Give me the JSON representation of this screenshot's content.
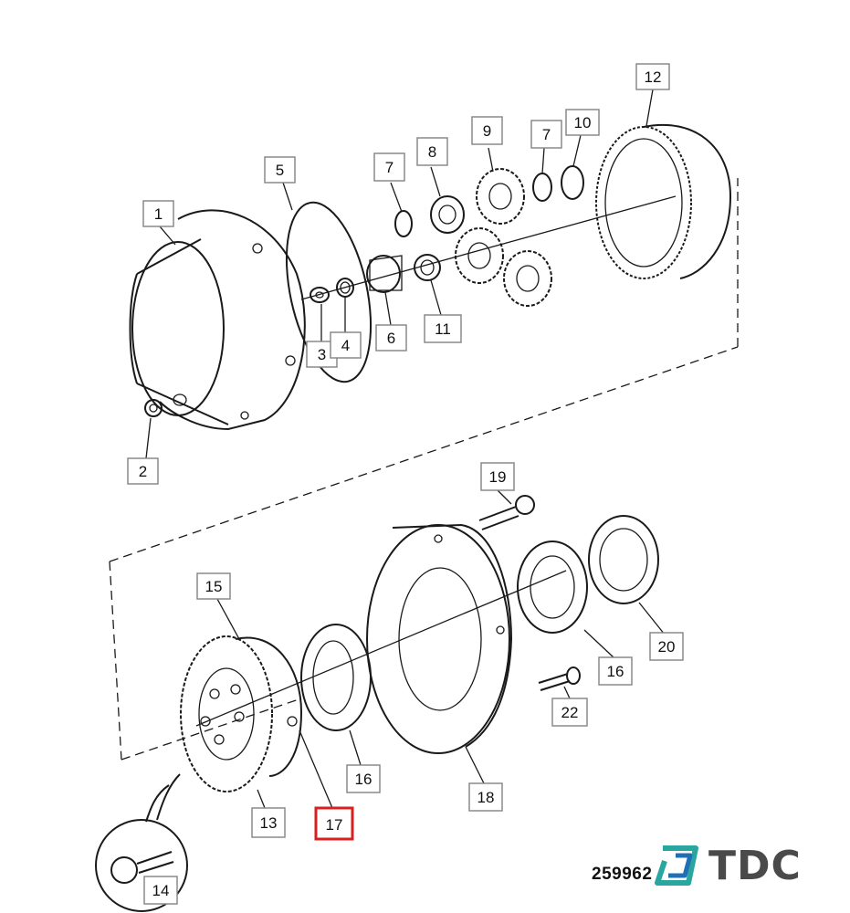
{
  "diagram": {
    "callouts": [
      {
        "id": "1",
        "label": "1"
      },
      {
        "id": "2",
        "label": "2"
      },
      {
        "id": "3",
        "label": "3"
      },
      {
        "id": "4",
        "label": "4"
      },
      {
        "id": "5",
        "label": "5"
      },
      {
        "id": "6",
        "label": "6"
      },
      {
        "id": "7a",
        "label": "7"
      },
      {
        "id": "7b",
        "label": "7"
      },
      {
        "id": "8",
        "label": "8"
      },
      {
        "id": "9",
        "label": "9"
      },
      {
        "id": "10",
        "label": "10"
      },
      {
        "id": "11",
        "label": "11"
      },
      {
        "id": "12",
        "label": "12"
      },
      {
        "id": "13",
        "label": "13"
      },
      {
        "id": "14",
        "label": "14"
      },
      {
        "id": "15",
        "label": "15"
      },
      {
        "id": "16a",
        "label": "16"
      },
      {
        "id": "16b",
        "label": "16"
      },
      {
        "id": "17",
        "label": "17"
      },
      {
        "id": "18",
        "label": "18"
      },
      {
        "id": "19",
        "label": "19"
      },
      {
        "id": "20",
        "label": "20"
      },
      {
        "id": "22",
        "label": "22"
      }
    ],
    "highlighted_callout": "17",
    "drawing_number": "259962",
    "brand": "TDC",
    "colors": {
      "line": "#1a1a1a",
      "highlight": "#d8201f",
      "brand_teal": "#2aa6a0",
      "brand_blue": "#1f6fb5",
      "brand_text": "#4a4a4a"
    }
  }
}
